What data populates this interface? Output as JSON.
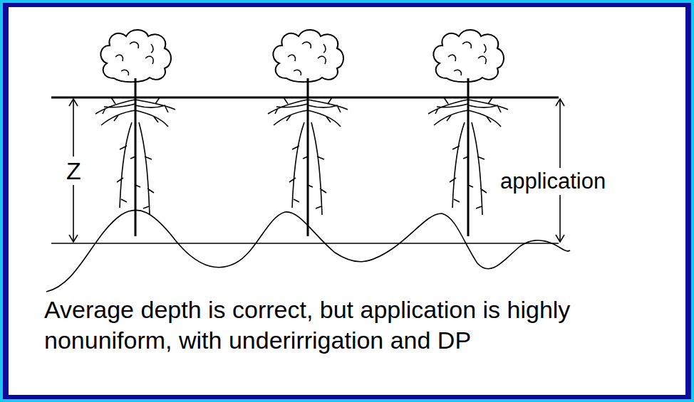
{
  "diagram": {
    "caption": "Average depth is correct, but application is highly nonuniform, with underirrigation and DP",
    "labels": [
      "Z",
      "application"
    ]
  }
}
